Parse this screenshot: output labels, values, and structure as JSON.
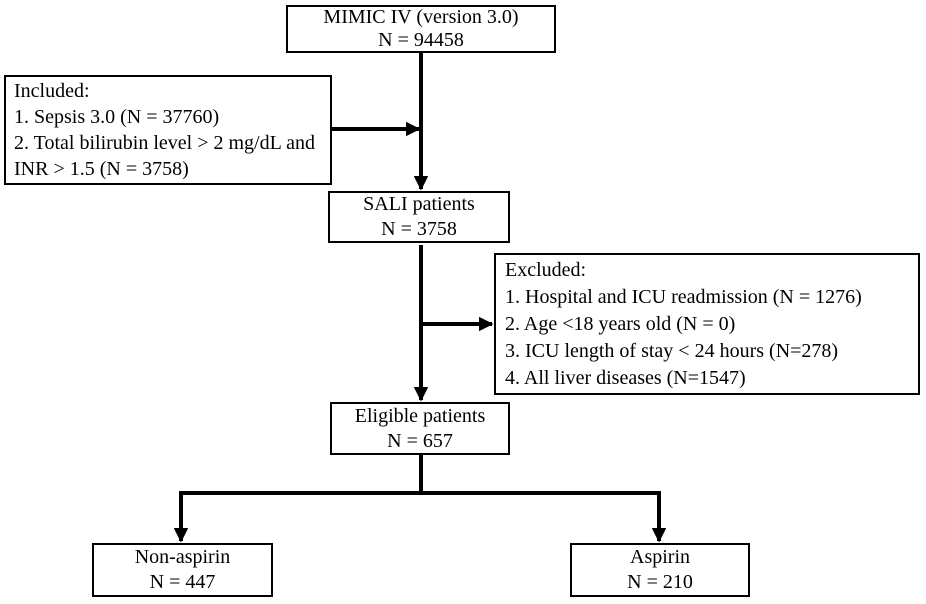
{
  "figure": {
    "background_color": "#ffffff",
    "line_color": "#000000",
    "text_color": "#000000"
  },
  "boxes": {
    "mimic": {
      "line1": "MIMIC IV (version 3.0)",
      "line2": "N = 94458"
    },
    "included": {
      "title": "Included:",
      "item1": "1. Sepsis 3.0 (N = 37760)",
      "item2": "2. Total bilirubin level > 2 mg/dL and INR > 1.5 (N = 3758)"
    },
    "sali": {
      "line1": "SALI patients",
      "line2": "N = 3758"
    },
    "excluded": {
      "title": "Excluded:",
      "item1": "1. Hospital and ICU readmission (N = 1276)",
      "item2": "2. Age <18 years old (N = 0)",
      "item3": "3. ICU length of stay < 24 hours (N=278)",
      "item4": "4. All liver diseases (N=1547)"
    },
    "eligible": {
      "line1": "Eligible patients",
      "line2": "N = 657"
    },
    "non_aspirin": {
      "line1": "Non-aspirin",
      "line2": "N = 447"
    },
    "aspirin": {
      "line1": "Aspirin",
      "line2": "N = 210"
    }
  }
}
